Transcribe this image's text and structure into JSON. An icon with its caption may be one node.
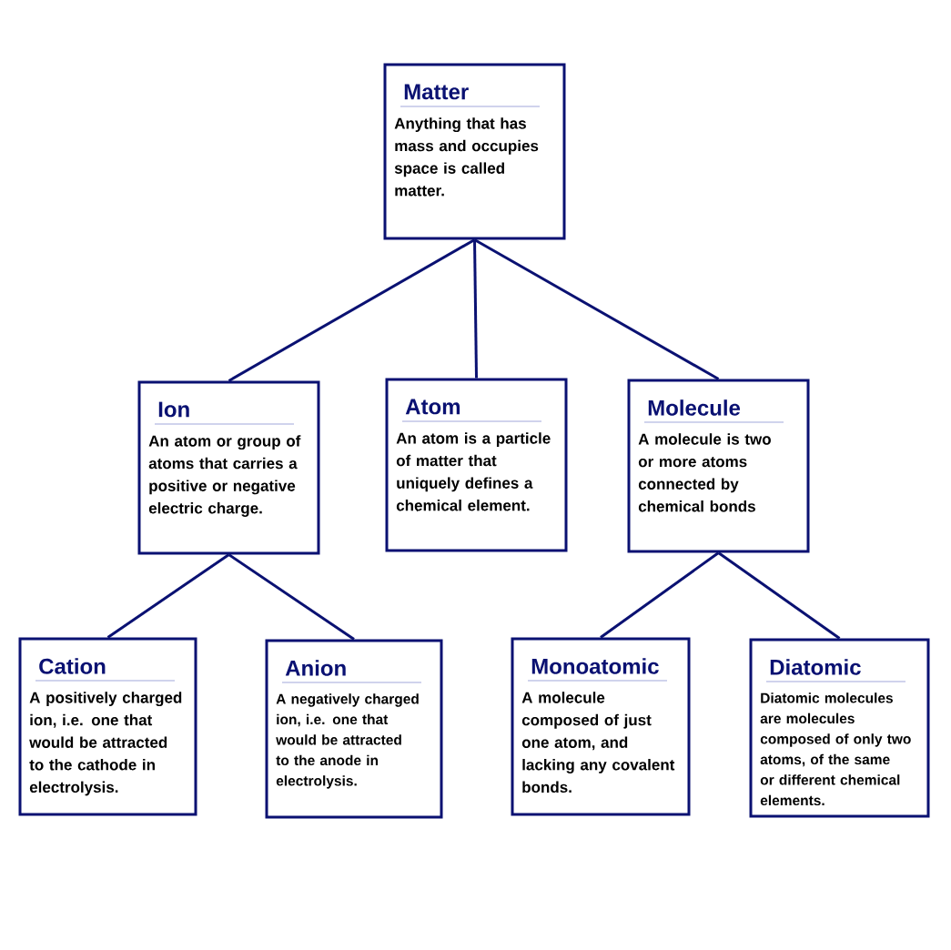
{
  "diagram": {
    "nodes": [
      {
        "text": [
          "Matter",
          "Anything that has mass and occupies space is called matter."
        ]
      },
      {
        "text": [
          "Ion",
          "An atom or group of atoms that carries a positive or negative electric charge."
        ]
      },
      {
        "text": [
          "Atom",
          "An atom is a particle of matter that uniquely defines a chemical element."
        ]
      },
      {
        "text": [
          "Molecule",
          "A molecule is two or more atoms connected by chemical bonds"
        ]
      },
      {
        "text": [
          "Cation",
          "A positively charged ion, i.e. one that would be attracted to the cathode in electrolysis."
        ]
      },
      {
        "text": [
          "Anion",
          "A negatively charged ion, i.e. one that would be attracted to the anode in electrolysis."
        ]
      },
      {
        "text": [
          "Monoatomic",
          "A molecule composed of just one atom, and lacking any covalent bonds."
        ]
      },
      {
        "text": [
          "Diatomic",
          "Diatomic molecules are molecules composed of only two atoms, of the same or different chemical elements."
        ]
      }
    ],
    "edges": [
      {
        "from": 0,
        "to": 1,
        "arrow": "none"
      },
      {
        "from": 0,
        "to": 2,
        "arrow": "none"
      },
      {
        "from": 0,
        "to": 3,
        "arrow": "none"
      },
      {
        "from": 1,
        "to": 4,
        "arrow": "none"
      },
      {
        "from": 1,
        "to": 5,
        "arrow": "none"
      },
      {
        "from": 3,
        "to": 6,
        "arrow": "none"
      },
      {
        "from": 3,
        "to": 7,
        "arrow": "none"
      }
    ]
  }
}
